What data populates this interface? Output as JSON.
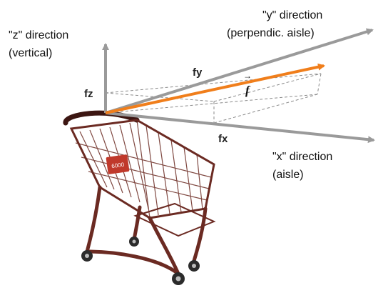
{
  "axes": {
    "z_direction": {
      "line1": "\"z\" direction",
      "line2": "(vertical)"
    },
    "y_direction": {
      "line1": "\"y\" direction",
      "line2": "(perpendic. aisle)"
    },
    "x_direction": {
      "line1": "\"x\" direction",
      "line2": "(aisle)"
    }
  },
  "components": {
    "fz": "fz",
    "fy": "fy",
    "fx": "fx"
  },
  "force_vector": {
    "symbol": "f",
    "arrow_mark": "→"
  },
  "cart_badge": "6000",
  "colors": {
    "axis": "#9a9a9a",
    "force": "#f07e1b",
    "dashed": "#8a8a8a",
    "cart_frame": "#6b2a22",
    "cart_dark": "#3c1612",
    "badge": "#c0392b"
  }
}
